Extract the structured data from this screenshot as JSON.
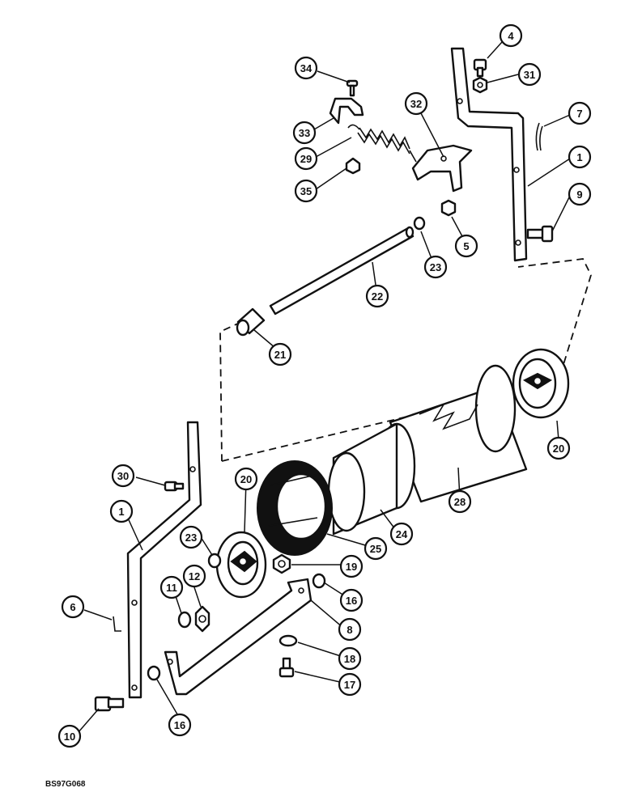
{
  "drawing_code": "BS97G068",
  "callouts": {
    "c34": "34",
    "c4": "4",
    "c31": "31",
    "c32": "32",
    "c7": "7",
    "c33": "33",
    "c29": "29",
    "c35": "35",
    "c1_top": "1",
    "c9": "9",
    "c5": "5",
    "c23_top": "23",
    "c22": "22",
    "c21": "21",
    "c20_right": "20",
    "c28": "28",
    "c30": "30",
    "c20_left": "20",
    "c1_left": "1",
    "c23_left": "23",
    "c25": "25",
    "c24": "24",
    "c19": "19",
    "c12": "12",
    "c11": "11",
    "c16_right": "16",
    "c6": "6",
    "c8": "8",
    "c18": "18",
    "c17": "17",
    "c10": "10",
    "c16_left": "16"
  }
}
